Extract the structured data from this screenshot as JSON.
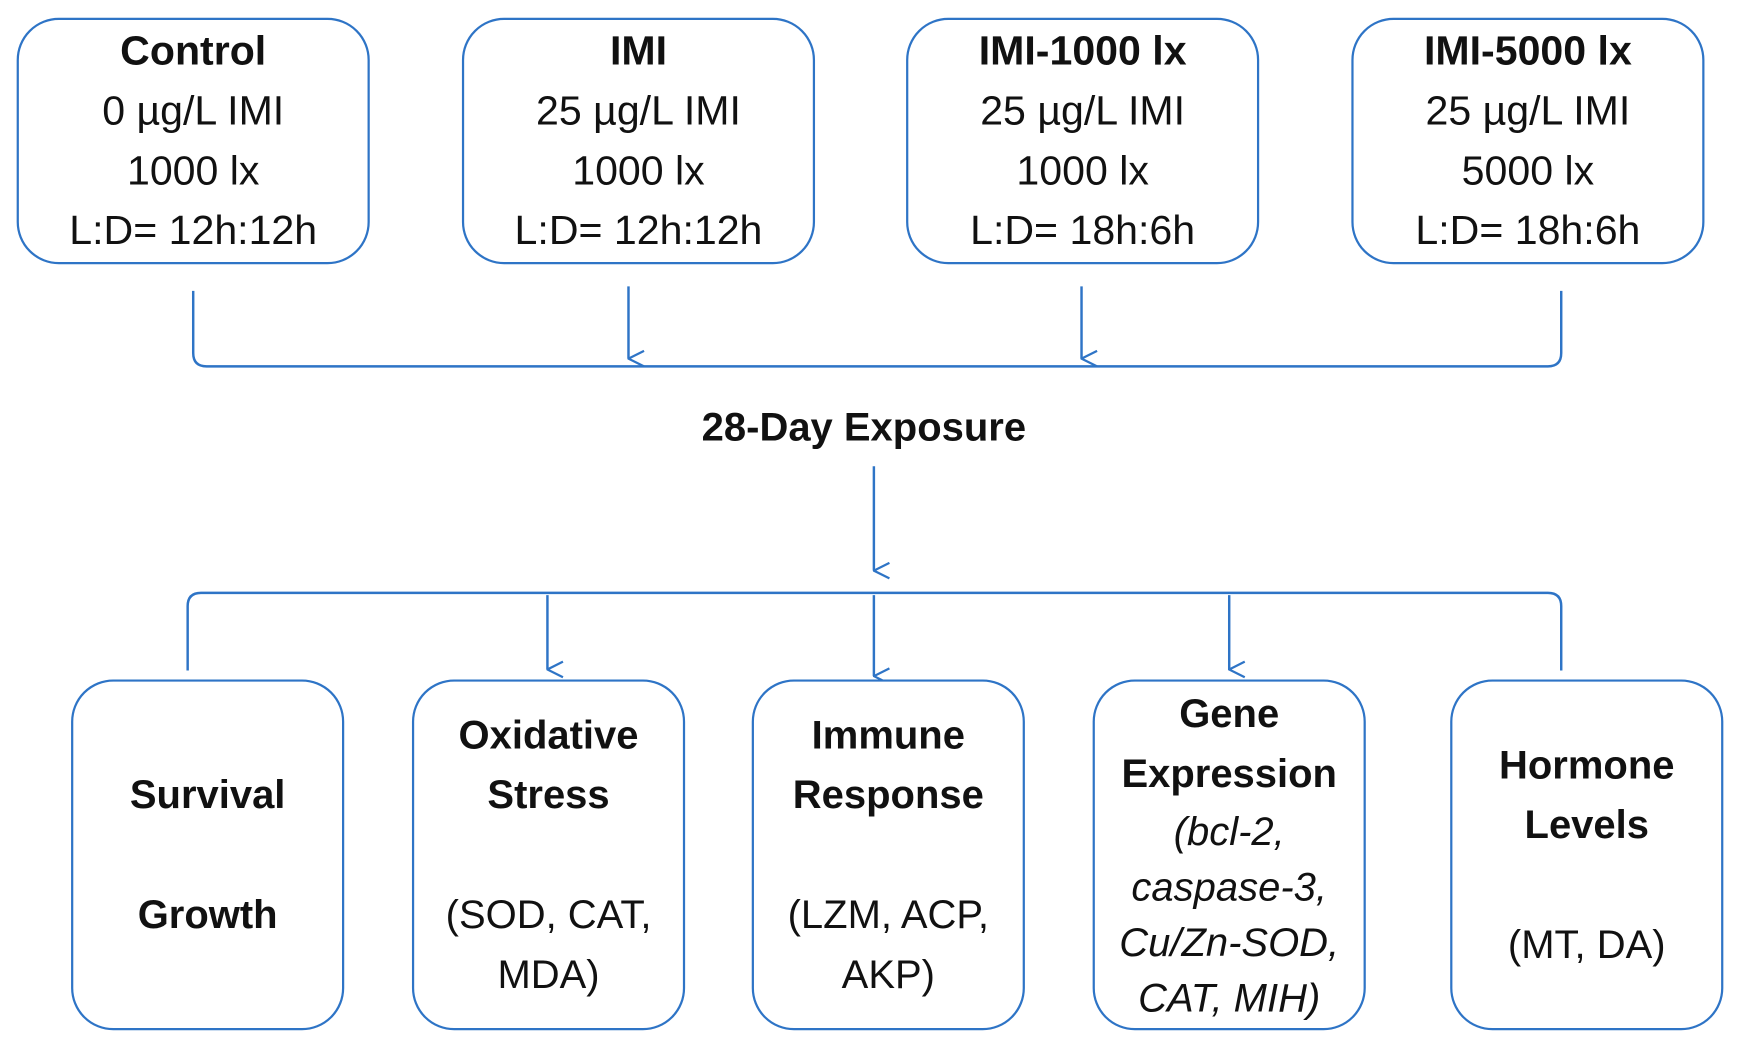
{
  "groups": [
    {
      "title": "Control",
      "dose": "0 µg/L IMI",
      "light": "1000 lx",
      "photoperiod": "L:D= 12h:12h"
    },
    {
      "title": "IMI",
      "dose": "25 µg/L IMI",
      "light": "1000 lx",
      "photoperiod": "L:D= 12h:12h"
    },
    {
      "title": "IMI-1000 lx",
      "dose": "25 µg/L IMI",
      "light": "1000 lx",
      "photoperiod": "L:D= 18h:6h"
    },
    {
      "title": "IMI-5000 lx",
      "dose": "25 µg/L IMI",
      "light": "5000 lx",
      "photoperiod": "L:D= 18h:6h"
    }
  ],
  "exposure": "28-Day Exposure",
  "endpoints": {
    "survival": {
      "line1": "Survival",
      "line2": "Growth"
    },
    "oxidative": {
      "line1": "Oxidative",
      "line2": "Stress",
      "detail1": "(SOD, CAT,",
      "detail2": "MDA)"
    },
    "immune": {
      "line1": "Immune",
      "line2": "Response",
      "detail1": "(LZM, ACP,",
      "detail2": "AKP)"
    },
    "gene": {
      "line1": "Gene",
      "line2": "Expression",
      "detail1": "(bcl-2,",
      "detail2": "caspase-3,",
      "detail3": "Cu/Zn-SOD,",
      "detail4": "CAT, MIH)"
    },
    "hormone": {
      "line1": "Hormone",
      "line2": "Levels",
      "detail1": "(MT, DA)"
    }
  },
  "colors": {
    "line": "#2e74c6",
    "text": "#111111"
  }
}
